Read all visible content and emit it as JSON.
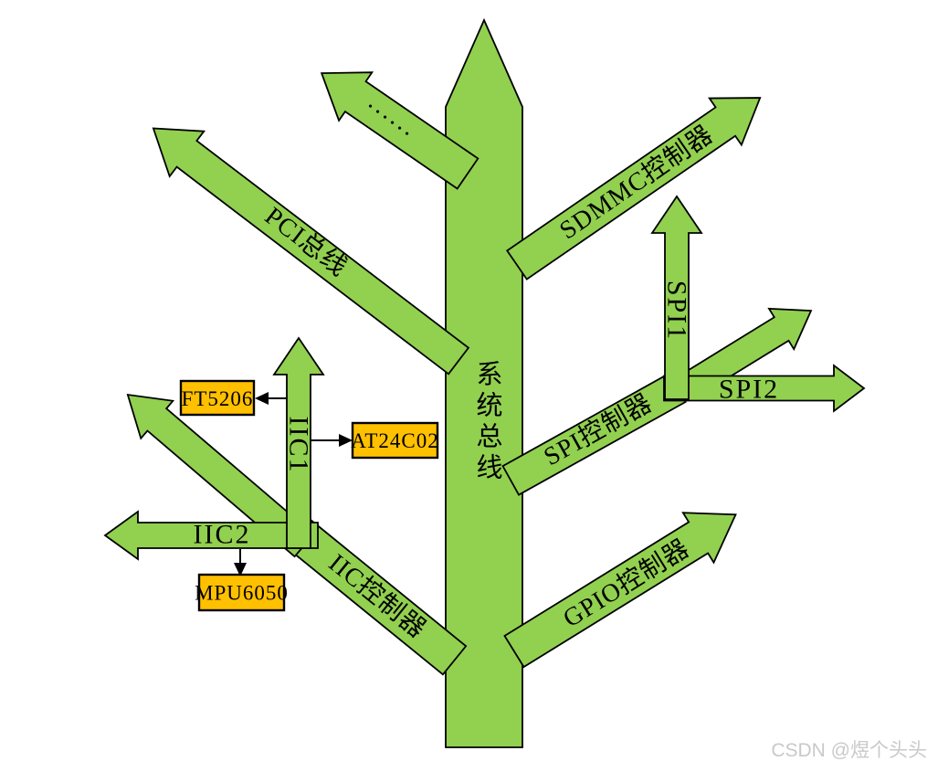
{
  "diagram": {
    "trunk_label": "系统总线",
    "branches": {
      "dots": "......",
      "pci": "PCI总线",
      "sdmmc": "SDMMC控制器",
      "spi_controller": "SPI控制器",
      "spi1": "SPI1",
      "spi2": "SPI2",
      "iic_controller": "IIC控制器",
      "iic1": "IIC1",
      "iic2": "IIC2",
      "gpio": "GPIO控制器"
    },
    "chips": {
      "ft5206": "FT5206",
      "at24c02": "AT24C02",
      "mpu6050": "MPU6050"
    }
  },
  "watermark": "CSDN @煜个头头",
  "colors": {
    "branch-fill": "#92D050",
    "branch-stroke": "#000000",
    "chip-fill": "#FFC000",
    "chip-stroke": "#000000",
    "label-color": "#000000",
    "watermark-color": "#c9c9c9",
    "background": "#ffffff"
  }
}
